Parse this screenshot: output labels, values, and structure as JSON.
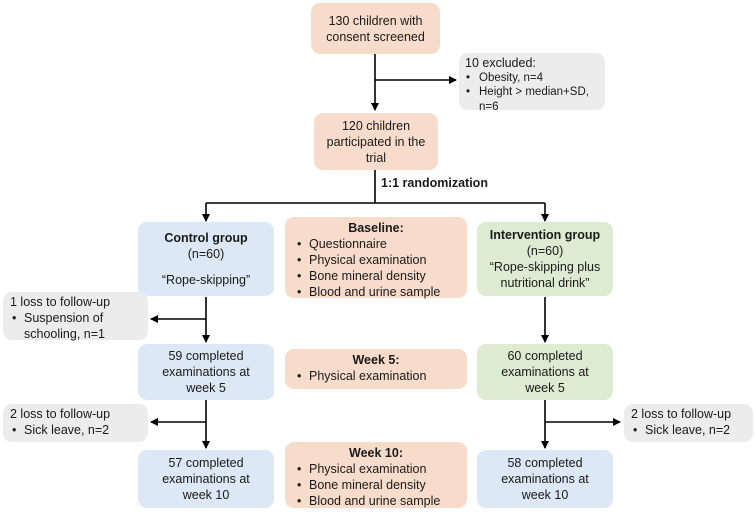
{
  "screened": {
    "line1": "130 children with",
    "line2": "consent screened"
  },
  "excluded": {
    "title": "10 excluded:",
    "items": [
      "Obesity, n=4",
      "Height > median+SD,",
      "n=6"
    ]
  },
  "participated": {
    "line1": "120 children",
    "line2": "participated in the",
    "line3": "trial"
  },
  "randomization": "1:1 randomization",
  "control": {
    "title": "Control group",
    "n": "(n=60)",
    "name": "“Rope-skipping”"
  },
  "baseline": {
    "title": "Baseline:",
    "items": [
      "Questionnaire",
      "Physical examination",
      "Bone mineral density",
      "Blood and urine sample"
    ]
  },
  "intervention": {
    "title": "Intervention group",
    "n": "(n=60)",
    "name_line1": "“Rope-skipping plus",
    "name_line2": "nutritional drink”"
  },
  "control_loss1": {
    "title": "1 loss to follow-up",
    "item_line1": "Suspension of",
    "item_line2": "schooling, n=1"
  },
  "control_week5": {
    "line1": "59 completed",
    "line2": "examinations at",
    "line3": "week 5"
  },
  "week5": {
    "title": "Week 5:",
    "items": [
      "Physical examination"
    ]
  },
  "intervention_week5": {
    "line1": "60 completed",
    "line2": "examinations at",
    "line3": "week 5"
  },
  "control_loss2": {
    "title": "2 loss to follow-up",
    "item": "Sick leave, n=2"
  },
  "intervention_loss2": {
    "title": "2 loss to follow-up",
    "item": "Sick leave, n=2"
  },
  "control_week10": {
    "line1": "57 completed",
    "line2": "examinations at",
    "line3": "week 10"
  },
  "week10": {
    "title": "Week 10:",
    "items": [
      "Physical examination",
      "Bone mineral density",
      "Blood and urine sample"
    ]
  },
  "intervention_week10": {
    "line1": "58 completed",
    "line2": "examinations at",
    "line3": "week 10"
  },
  "colors": {
    "peach": "#f8dccb",
    "blue": "#dce8f5",
    "green": "#dcebd2",
    "grey": "#ececec",
    "line": "#000000"
  }
}
